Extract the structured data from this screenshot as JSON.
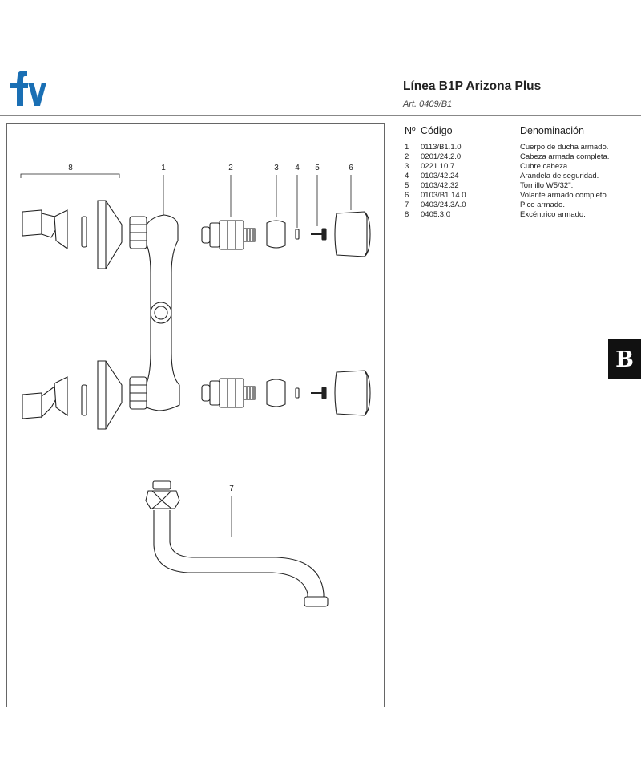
{
  "brand": {
    "logo_text": "fv",
    "logo_color": "#1a6fb4"
  },
  "header": {
    "title": "Línea B1P Arizona Plus",
    "article": "Art. 0409/B1"
  },
  "parts_table": {
    "columns": [
      "Nº",
      "Código",
      "Denominación"
    ],
    "rows": [
      {
        "num": "1",
        "code": "0113/B1.1.0",
        "name": "Cuerpo de ducha armado."
      },
      {
        "num": "2",
        "code": "0201/24.2.0",
        "name": "Cabeza armada completa."
      },
      {
        "num": "3",
        "code": "0221.10.7",
        "name": "Cubre cabeza."
      },
      {
        "num": "4",
        "code": "0103/42.24",
        "name": "Arandela de seguridad."
      },
      {
        "num": "5",
        "code": "0103/42.32",
        "name": "Tornillo W5/32\"."
      },
      {
        "num": "6",
        "code": "0103/B1.14.0",
        "name": "Volante armado completo."
      },
      {
        "num": "7",
        "code": "0403/24.3A.0",
        "name": "Pico armado."
      },
      {
        "num": "8",
        "code": "0405.3.0",
        "name": "Excéntrico armado."
      }
    ]
  },
  "diagram": {
    "callouts": [
      "8",
      "1",
      "2",
      "3",
      "4",
      "5",
      "6",
      "7"
    ]
  },
  "section_tab": {
    "label": "B"
  }
}
